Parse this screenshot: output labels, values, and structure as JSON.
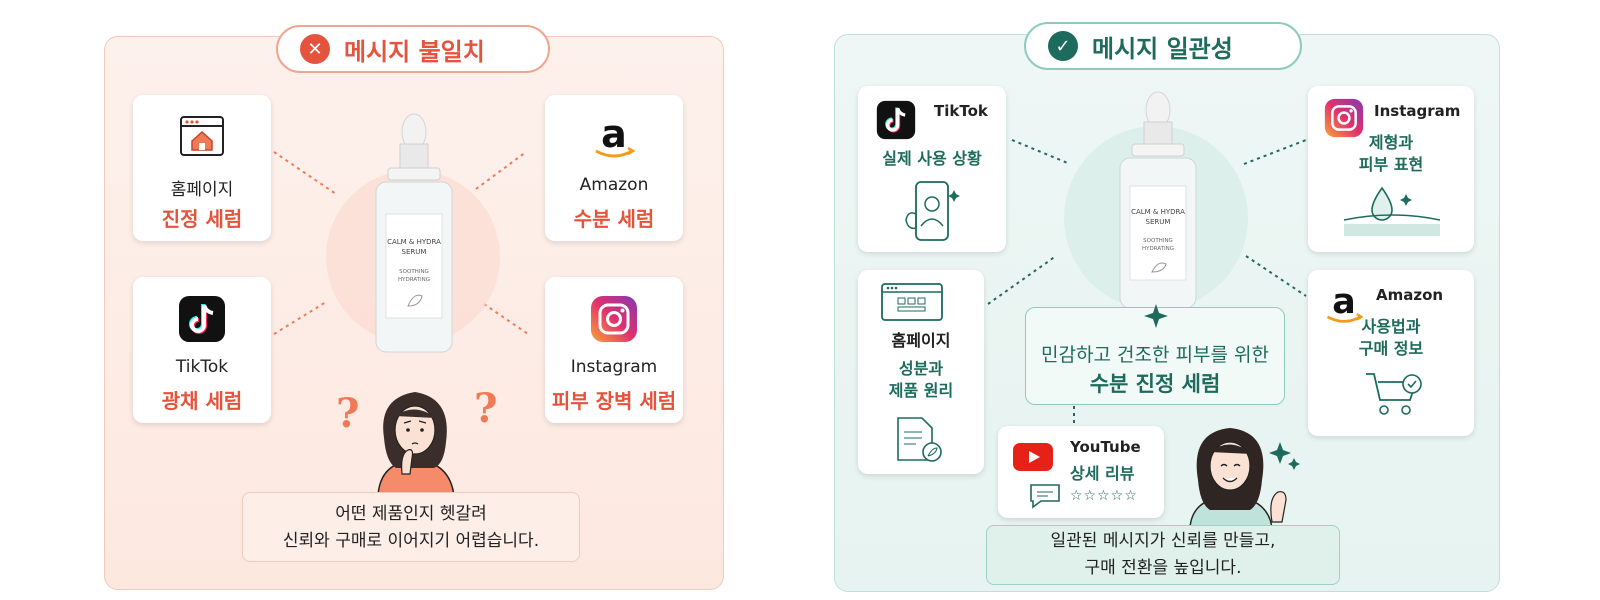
{
  "left": {
    "title": "메시지 불일치",
    "bottle": {
      "line1": "CALM & HYDRA",
      "line2": "SERUM",
      "line3": "SOOTHING",
      "line4": "HYDRATING"
    },
    "cards": [
      {
        "label": "홈페이지",
        "message": "진정 세럼"
      },
      {
        "label": "Amazon",
        "message": "수분 세럼"
      },
      {
        "label": "TikTok",
        "message": "광채 세럼"
      },
      {
        "label": "Instagram",
        "message": "피부 장벽 세럼"
      }
    ],
    "question_mark": "?",
    "speech": {
      "line1": "어떤 제품인지 헷갈려",
      "line2": "신뢰와 구매로 이어지기 어렵습니다."
    }
  },
  "right": {
    "title": "메시지 일관성",
    "bottle": {
      "line1": "CALM & HYDRA",
      "line2": "SERUM",
      "line3": "SOOTHING",
      "line4": "HYDRATING"
    },
    "tiktok": {
      "name": "TikTok",
      "desc": "실제 사용 상황"
    },
    "instagram": {
      "name": "Instagram",
      "desc_line1": "제형과",
      "desc_line2": "피부 표현"
    },
    "homepage": {
      "name": "홈페이지",
      "desc_line1": "성분과",
      "desc_line2": "제품 원리"
    },
    "amazon": {
      "name": "Amazon",
      "desc_line1": "사용법과",
      "desc_line2": "구매 정보"
    },
    "youtube": {
      "name": "YouTube",
      "desc": "상세 리뷰",
      "stars": "☆☆☆☆☆"
    },
    "center_message": {
      "line1": "민감하고 건조한 피부를 위한",
      "line2": "수분 진정 세럼"
    },
    "speech": {
      "line1": "일관된 메시지가 신뢰를 만들고,",
      "line2": "구매 전환을 높입니다."
    }
  },
  "colors": {
    "warning": "#e5533c",
    "success": "#1d6b5c"
  }
}
